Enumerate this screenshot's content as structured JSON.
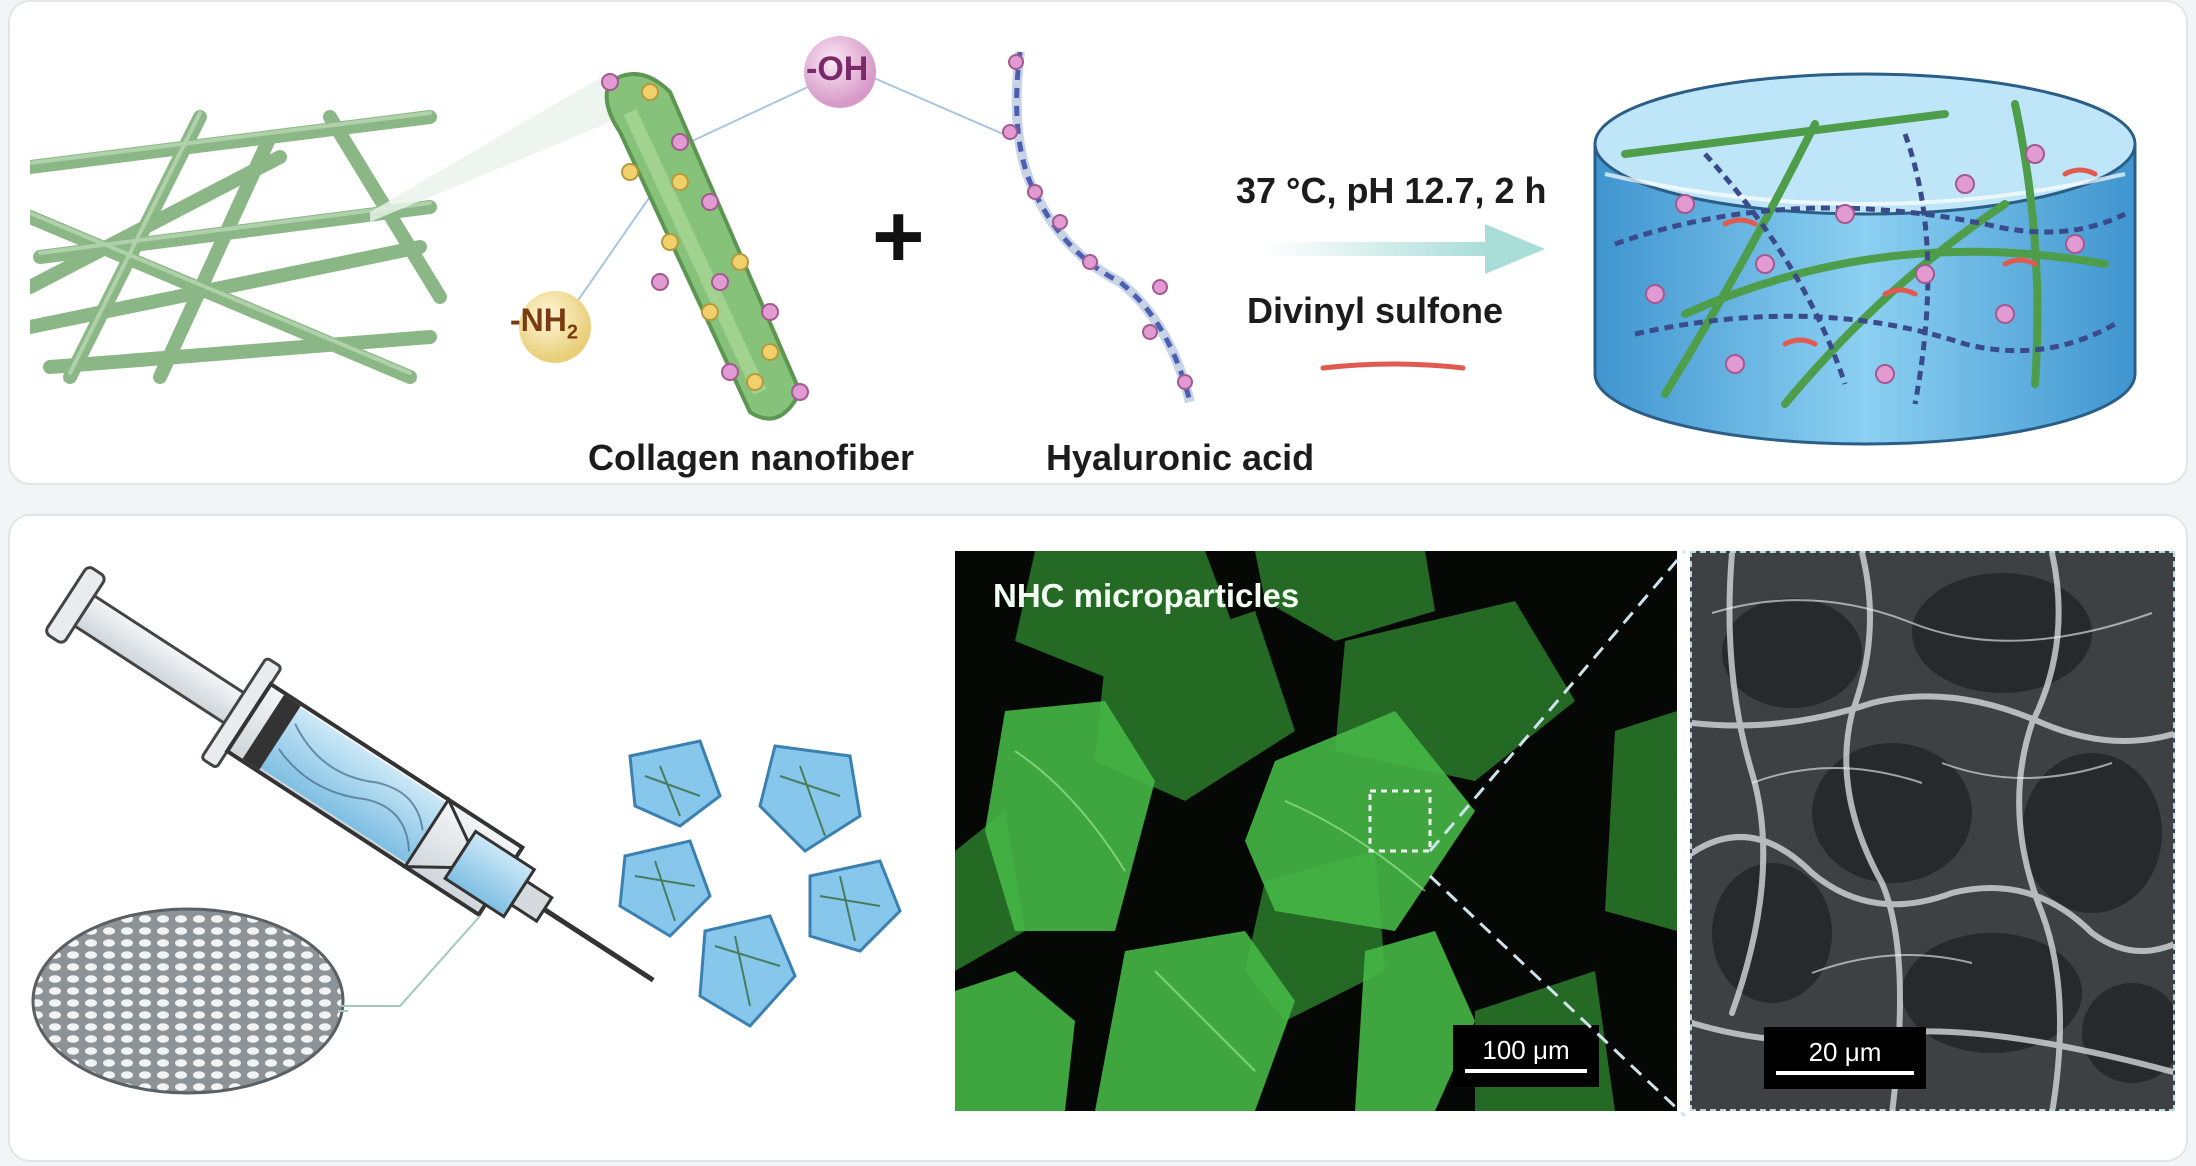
{
  "top": {
    "group_oh": "-OH",
    "group_nh2_base": "-NH",
    "group_nh2_sub": "2",
    "plus_sign": "+",
    "collagen_label": "Collagen nanofiber",
    "ha_label": "Hyaluronic acid",
    "condition_text": "37 °C, pH 12.7, 2 h",
    "crosslinker_text": "Divinyl sulfone"
  },
  "bottom": {
    "fluorescence_title": "NHC microparticles",
    "scale_fluorescence": "100 μm",
    "scale_sem": "20 μm"
  },
  "colors": {
    "fiber_green": "#7fb07a",
    "hydrogel_blue": "#5fb0e2",
    "amine_yellow": "#f2d97a",
    "hydroxyl_pink": "#e4a3d4",
    "crosslinker_red": "#e05a4e",
    "arrow_teal": "#a8ddd8",
    "fluorescence_green": "#3fa83f"
  },
  "icons": [
    "fiber-network-icon",
    "syringe-icon",
    "mesh-filter-icon",
    "microparticle-cluster-icon",
    "hydrogel-cylinder-icon"
  ]
}
